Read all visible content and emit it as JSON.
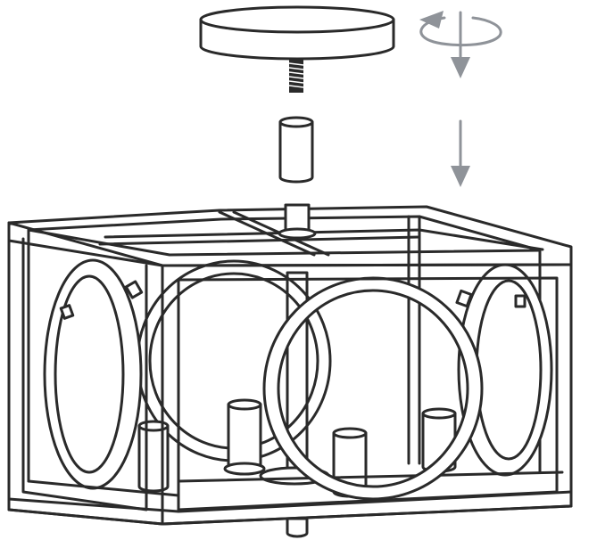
{
  "diagram": {
    "colors": {
      "line": "#2a2a2a",
      "arrow": "#8f9399",
      "background": "#ffffff"
    },
    "icons": [
      "rotate-arrow-icon",
      "down-arrow-icon"
    ],
    "parts": [
      "ceiling-canopy",
      "threaded-rod",
      "coupling-sleeve",
      "cage-frame",
      "ring-left",
      "ring-front",
      "ring-right",
      "ring-back",
      "candle-socket",
      "center-stem",
      "finial"
    ]
  }
}
